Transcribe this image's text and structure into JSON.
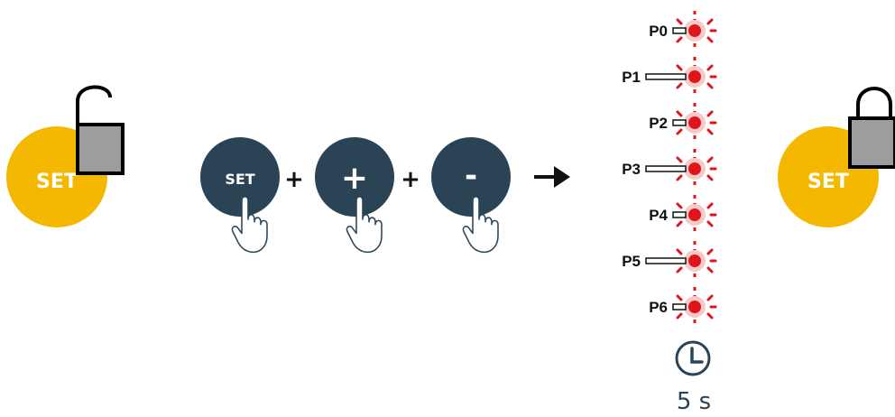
{
  "left_state": {
    "button_label": "SET",
    "lock_state": "unlocked",
    "lock_icon": "open-padlock-icon"
  },
  "combo": {
    "buttons": [
      {
        "label": "SET",
        "icon": "press-finger-icon"
      },
      {
        "label": "+",
        "icon": "press-finger-icon"
      },
      {
        "label": "-",
        "icon": "press-finger-icon"
      }
    ],
    "operator_1": "+",
    "operator_2": "+",
    "arrow_icon": "right-arrow-icon"
  },
  "indicators": {
    "items": [
      {
        "label": "P0"
      },
      {
        "label": "P1"
      },
      {
        "label": "P2"
      },
      {
        "label": "P3"
      },
      {
        "label": "P4"
      },
      {
        "label": "P5"
      },
      {
        "label": "P6"
      }
    ],
    "led_state": "blinking",
    "led_color": "#e0151c"
  },
  "timer": {
    "icon": "clock-icon",
    "value": "5 s"
  },
  "right_state": {
    "button_label": "SET",
    "lock_state": "locked",
    "lock_icon": "closed-padlock-icon"
  },
  "colors": {
    "set_yellow": "#f5b800",
    "button_navy": "#2a4456",
    "lock_gray": "#9d9d9d",
    "line_blue": "#2a4456"
  }
}
